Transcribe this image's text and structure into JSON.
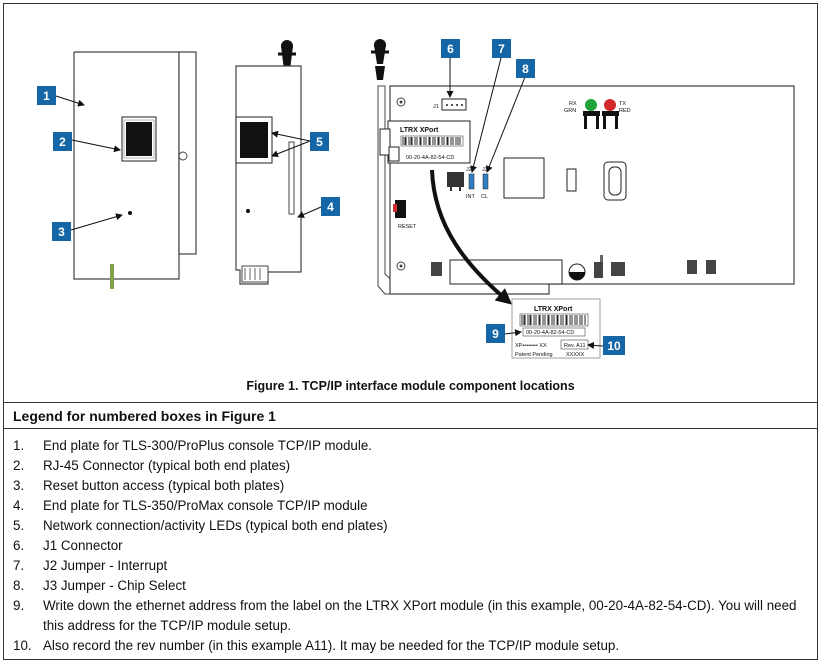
{
  "figure": {
    "caption": "Figure 1.   TCP/IP interface module component locations",
    "callouts": [
      "1",
      "2",
      "3",
      "4",
      "5",
      "6",
      "7",
      "8",
      "9",
      "10"
    ],
    "board_labels": {
      "j1": "J1",
      "j2": "J2",
      "j3": "J3",
      "int": "INT",
      "cl": "CL",
      "rx": "RX",
      "grn": "GRN",
      "tx": "TX",
      "red": "RED",
      "reset": "RESET",
      "xport_brand": "LTRX XPort",
      "mac": "00-20-4A-82-54-CD"
    },
    "label_detail": {
      "brand": "LTRX XPort",
      "mac": "00-20-4A-82-54-CD",
      "part": "XP•••••••• XX",
      "rev": "Rev. A11",
      "patent": "Patent Pending",
      "patent_code": "XXXXX"
    },
    "colors": {
      "badge": "#1466a6",
      "rx_led": "#1fa33a",
      "tx_led": "#d22a2a",
      "jumper": "#2f7fc1"
    }
  },
  "legend": {
    "title": "Legend for numbered boxes in Figure 1",
    "items": [
      {
        "num": "1.",
        "text": "End plate for TLS-300/ProPlus console TCP/IP module."
      },
      {
        "num": "2.",
        "text": "RJ-45 Connector (typical both end plates)"
      },
      {
        "num": "3.",
        "text": "Reset button access (typical both plates)"
      },
      {
        "num": "4.",
        "text": "End plate for TLS-350/ProMax console TCP/IP module"
      },
      {
        "num": "5.",
        "text": "Network connection/activity LEDs (typical both end plates)"
      },
      {
        "num": "6.",
        "text": "J1 Connector"
      },
      {
        "num": "7.",
        "text": "J2 Jumper - Interrupt"
      },
      {
        "num": "8.",
        "text": "J3 Jumper - Chip Select"
      },
      {
        "num": "9.",
        "text": "Write down the ethernet address from the label on the LTRX XPort module (in this example, 00-20-4A-82-54-CD). You will need this address for the TCP/IP module setup."
      },
      {
        "num": "10.",
        "text": "Also record the rev number (in this example A11). It may be needed for the TCP/IP module setup."
      }
    ]
  }
}
